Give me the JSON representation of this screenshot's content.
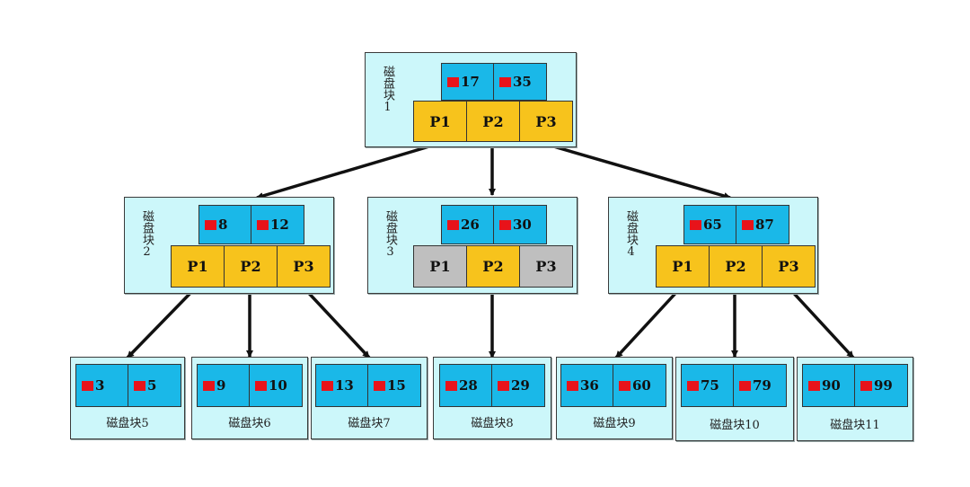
{
  "root": {
    "label": "磁盘块1",
    "keys": [
      "17",
      "35"
    ],
    "pointers": [
      "P1",
      "P2",
      "P3"
    ]
  },
  "level2": [
    {
      "label": "磁盘块2",
      "keys": [
        "8",
        "12"
      ],
      "pointers": [
        "P1",
        "P2",
        "P3"
      ]
    },
    {
      "label": "磁盘块3",
      "keys": [
        "26",
        "30"
      ],
      "pointers": [
        "P1",
        "P2",
        "P3"
      ],
      "active_pointer": "P2"
    },
    {
      "label": "磁盘块4",
      "keys": [
        "65",
        "87"
      ],
      "pointers": [
        "P1",
        "P2",
        "P3"
      ]
    }
  ],
  "leaves": [
    {
      "label": "磁盘块5",
      "keys": [
        "3",
        "5"
      ]
    },
    {
      "label": "磁盘块6",
      "keys": [
        "9",
        "10"
      ]
    },
    {
      "label": "磁盘块7",
      "keys": [
        "13",
        "15"
      ]
    },
    {
      "label": "磁盘块8",
      "keys": [
        "28",
        "29"
      ]
    },
    {
      "label": "磁盘块9",
      "keys": [
        "36",
        "60"
      ]
    },
    {
      "label": "磁盘块10",
      "keys": [
        "75",
        "79"
      ]
    },
    {
      "label": "磁盘块11",
      "keys": [
        "90",
        "99"
      ]
    }
  ],
  "colors": {
    "block_bg": "#ccf7fa",
    "key_bg": "#1ab8e8",
    "pointer_bg": "#f7c31c",
    "inactive_pointer_bg": "#bfbfbf",
    "marker": "#e8131a"
  }
}
